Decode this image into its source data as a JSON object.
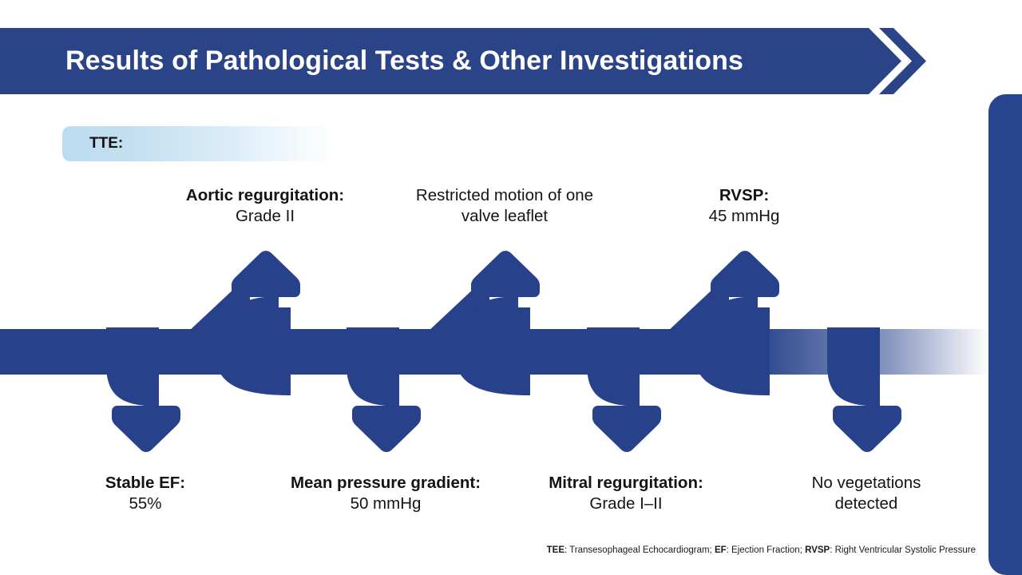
{
  "slide": {
    "title": "Results of Pathological Tests & Other Investigations",
    "section_label": "TTE:"
  },
  "colors": {
    "brand_navy": "#2A4590",
    "arrow_navy": "#27428B",
    "banner_light_blue": "#bcdcef",
    "text_dark": "#141414",
    "title_text": "#ffffff"
  },
  "findings": {
    "up": [
      {
        "label": "Aortic regurgitation:",
        "value": "Grade II",
        "bold_label": true
      },
      {
        "label": "Restricted motion of one",
        "value": "valve leaflet",
        "bold_label": false
      },
      {
        "label": "RVSP:",
        "value": "45 mmHg",
        "bold_label": true
      }
    ],
    "down": [
      {
        "label": "Stable EF:",
        "value": "55%",
        "bold_label": true
      },
      {
        "label": "Mean pressure gradient:",
        "value": "50 mmHg",
        "bold_label": true
      },
      {
        "label": "Mitral regurgitation:",
        "value": "Grade I–II",
        "bold_label": true
      },
      {
        "label": "No vegetations",
        "value": "detected",
        "bold_label": false
      }
    ]
  },
  "footnote": {
    "abbr1": "TEE",
    "def1": ": Transesophageal Echocardiogram; ",
    "abbr2": "EF",
    "def2": ": Ejection Fraction; ",
    "abbr3": "RVSP",
    "def3": ": Right Ventricular Systolic Pressure"
  }
}
